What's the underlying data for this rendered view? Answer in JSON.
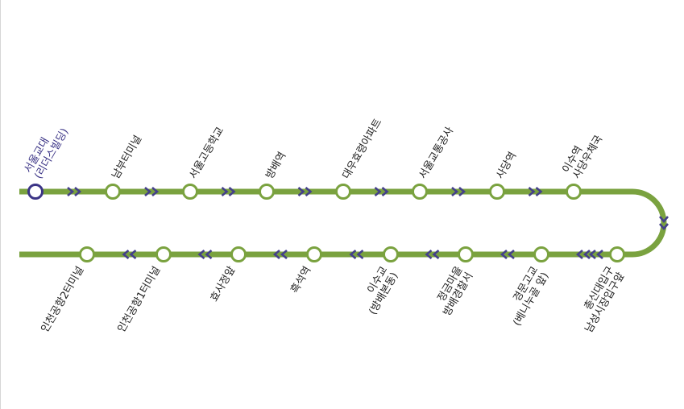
{
  "colors": {
    "line": "#7aa23f",
    "current": "#3b3486",
    "arrow": "#44408a",
    "label": "#222222",
    "node_fill": "#ffffff"
  },
  "stations_top": [
    {
      "lines": [
        "서울교대",
        "(리더스빌딩)"
      ],
      "current": true
    },
    {
      "lines": [
        "남부터미널"
      ]
    },
    {
      "lines": [
        "서울고등학교"
      ]
    },
    {
      "lines": [
        "방배역"
      ]
    },
    {
      "lines": [
        "대우효령아파트"
      ]
    },
    {
      "lines": [
        "서울교통공사"
      ]
    },
    {
      "lines": [
        "사당역"
      ]
    },
    {
      "lines": [
        "이수역",
        "사당우체국"
      ]
    }
  ],
  "stations_bottom": [
    {
      "lines": [
        "인천공항2터미널"
      ]
    },
    {
      "lines": [
        "인천공항1터미널"
      ]
    },
    {
      "lines": [
        "효사정앞"
      ]
    },
    {
      "lines": [
        "흑석역"
      ]
    },
    {
      "lines": [
        "이수교",
        "(방배본동)"
      ]
    },
    {
      "lines": [
        "정금마을",
        "방배경찰서"
      ]
    },
    {
      "lines": [
        "경문고교",
        "(베니누골 앞)"
      ]
    },
    {
      "lines": [
        "총신대입구",
        "남성시장입구앞"
      ]
    }
  ],
  "direction_icon": "chevron-arrow-icon"
}
